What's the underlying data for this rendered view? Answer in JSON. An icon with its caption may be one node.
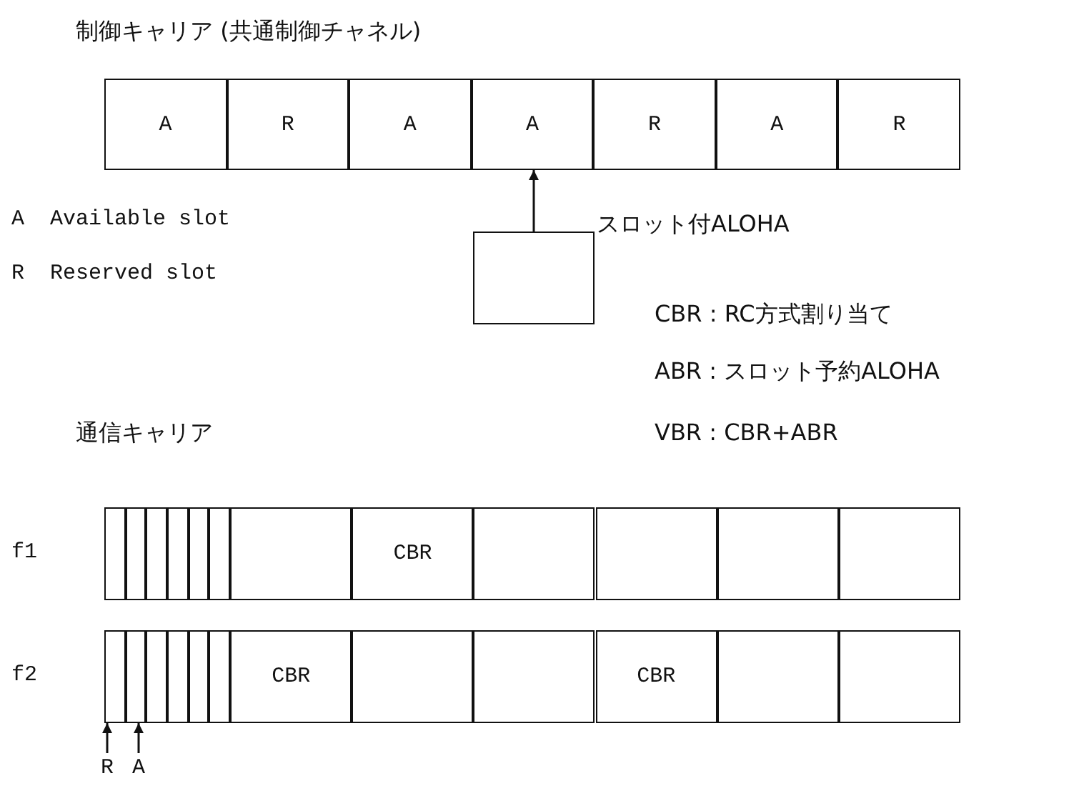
{
  "diagram": {
    "nodes": [
      {
        "text": [
          "A"
        ]
      },
      {
        "text": [
          "R"
        ]
      },
      {
        "text": [
          "A"
        ]
      },
      {
        "text": [
          "A"
        ]
      },
      {
        "text": [
          "R"
        ]
      },
      {
        "text": [
          "A"
        ]
      },
      {
        "text": [
          "R"
        ]
      },
      {
        "text": [],
        "shape": "box"
      },
      {
        "text": [],
        "shape": "box"
      },
      {
        "text": [],
        "shape": "box"
      },
      {
        "text": [],
        "shape": "box"
      },
      {
        "text": [],
        "shape": "box"
      },
      {
        "text": [],
        "shape": "box"
      },
      {
        "text": [],
        "shape": "box"
      },
      {
        "text": [],
        "shape": "box"
      },
      {
        "text": [
          "CBR"
        ]
      },
      {
        "text": [],
        "shape": "box"
      },
      {
        "text": [],
        "shape": "box"
      },
      {
        "text": [],
        "shape": "box"
      },
      {
        "text": [],
        "shape": "box"
      },
      {
        "text": [],
        "shape": "box"
      },
      {
        "text": [],
        "shape": "box"
      },
      {
        "text": [],
        "shape": "box"
      },
      {
        "text": [],
        "shape": "box"
      },
      {
        "text": [],
        "shape": "box"
      },
      {
        "text": [],
        "shape": "box"
      },
      {
        "text": [
          "CBR"
        ]
      },
      {
        "text": [],
        "shape": "box"
      },
      {
        "text": [],
        "shape": "box"
      },
      {
        "text": [
          "CBR"
        ]
      },
      {
        "text": [],
        "shape": "box"
      },
      {
        "text": [],
        "shape": "box"
      },
      {
        "text": [
          "R"
        ]
      },
      {
        "text": [
          "A"
        ]
      }
    ],
    "edges": [
      {
        "from": 7,
        "to": 3,
        "arrow": "to",
        "label": "スロット付ALOHA"
      },
      {
        "from": 32,
        "to": 20,
        "arrow": "to"
      },
      {
        "from": 33,
        "to": 21,
        "arrow": "to"
      }
    ],
    "labels": [
      "制御キャリア (共通制御チャネル)",
      "A",
      "Available slot",
      "R",
      "Reserved slot",
      "CBR : RC方式割り当て",
      "ABR : スロット予約ALOHA",
      "通信キャリア",
      "VBR : CBR+ABR",
      "f1",
      "f2"
    ]
  }
}
